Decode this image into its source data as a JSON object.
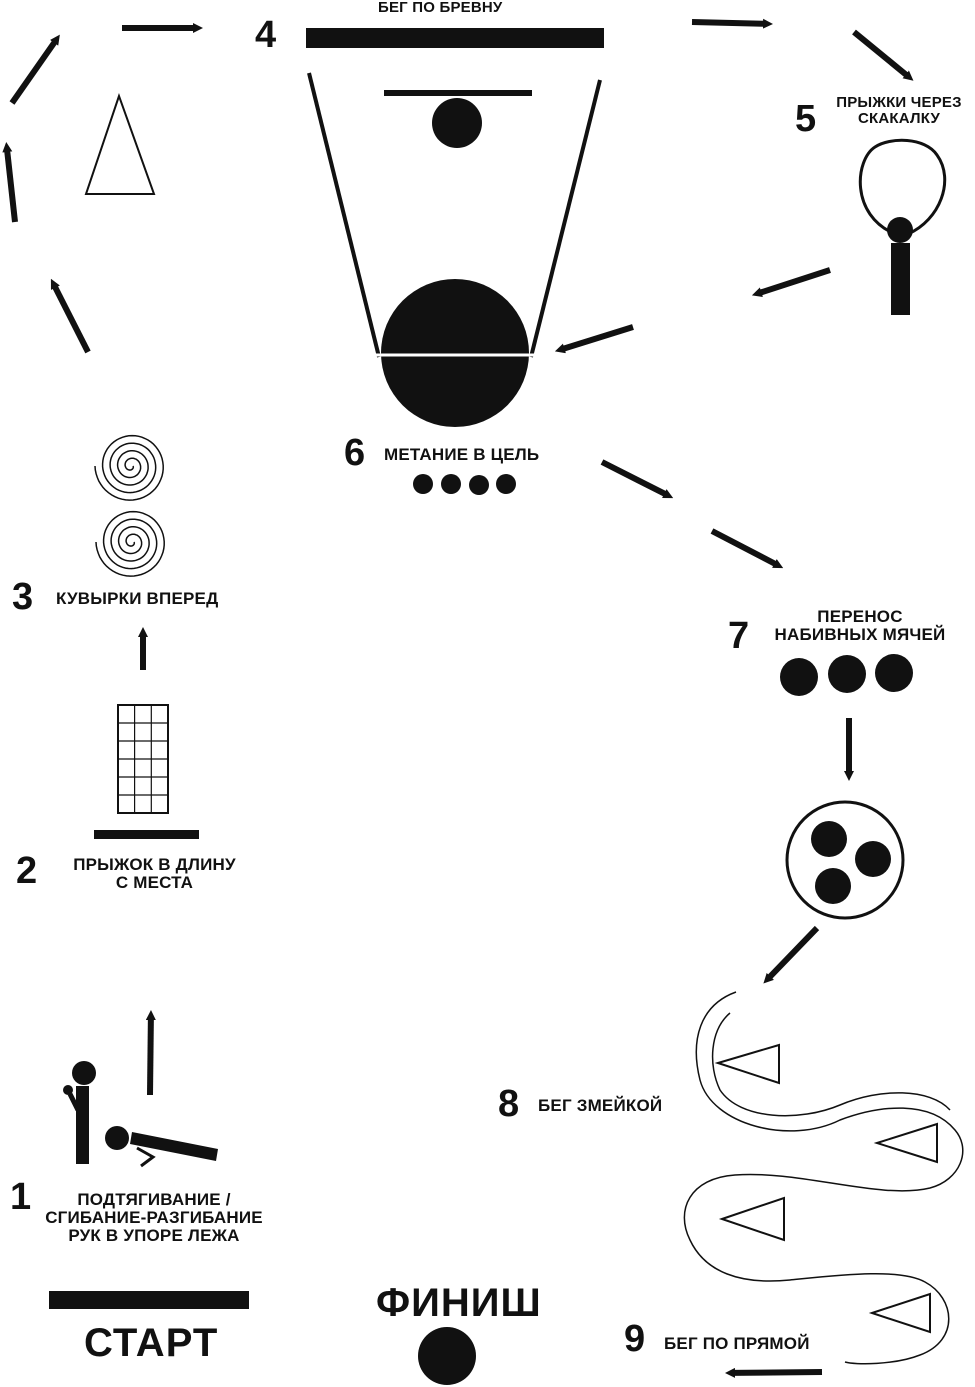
{
  "colors": {
    "ink": "#111111",
    "background": "#ffffff"
  },
  "stations": [
    {
      "number": "1",
      "lines": [
        "ПОДТЯГИВАНИЕ /",
        "СГИБАНИЕ-РАЗГИБАНИЕ",
        "РУК В УПОРЕ ЛЕЖА"
      ],
      "icon": "pull-up-and-push-up-figures"
    },
    {
      "number": "2",
      "lines": [
        "ПРЫЖОК В ДЛИНУ",
        "С  МЕСТА"
      ],
      "icon": "long-jump-mat"
    },
    {
      "number": "3",
      "lines": [
        "КУВЫРКИ ВПЕРЕД"
      ],
      "icon": "spiral-rolls"
    },
    {
      "number": "4",
      "lines": [
        "БЕГ  ПО  БРЕВНУ"
      ],
      "icon": "balance-beam"
    },
    {
      "number": "5",
      "lines": [
        "ПРЫЖКИ ЧЕРЕЗ",
        "СКАКАЛКУ"
      ],
      "icon": "jump-rope-figure"
    },
    {
      "number": "6",
      "lines": [
        "МЕТАНИЕ  В  ЦЕЛЬ"
      ],
      "icon": "target-and-balls"
    },
    {
      "number": "7",
      "lines": [
        "ПЕРЕНОС",
        "НАБИВНЫХ МЯЧЕЙ"
      ],
      "icon": "medicine-balls"
    },
    {
      "number": "8",
      "lines": [
        "БЕГ  ЗМЕЙКОЙ"
      ],
      "icon": "slalom-cones"
    },
    {
      "number": "9",
      "lines": [
        "БЕГ  ПО  ПРЯМОЙ"
      ],
      "icon": "straight-run-arrow"
    }
  ],
  "start_label": "СТАРТ",
  "finish_label": "ФИНИШ"
}
